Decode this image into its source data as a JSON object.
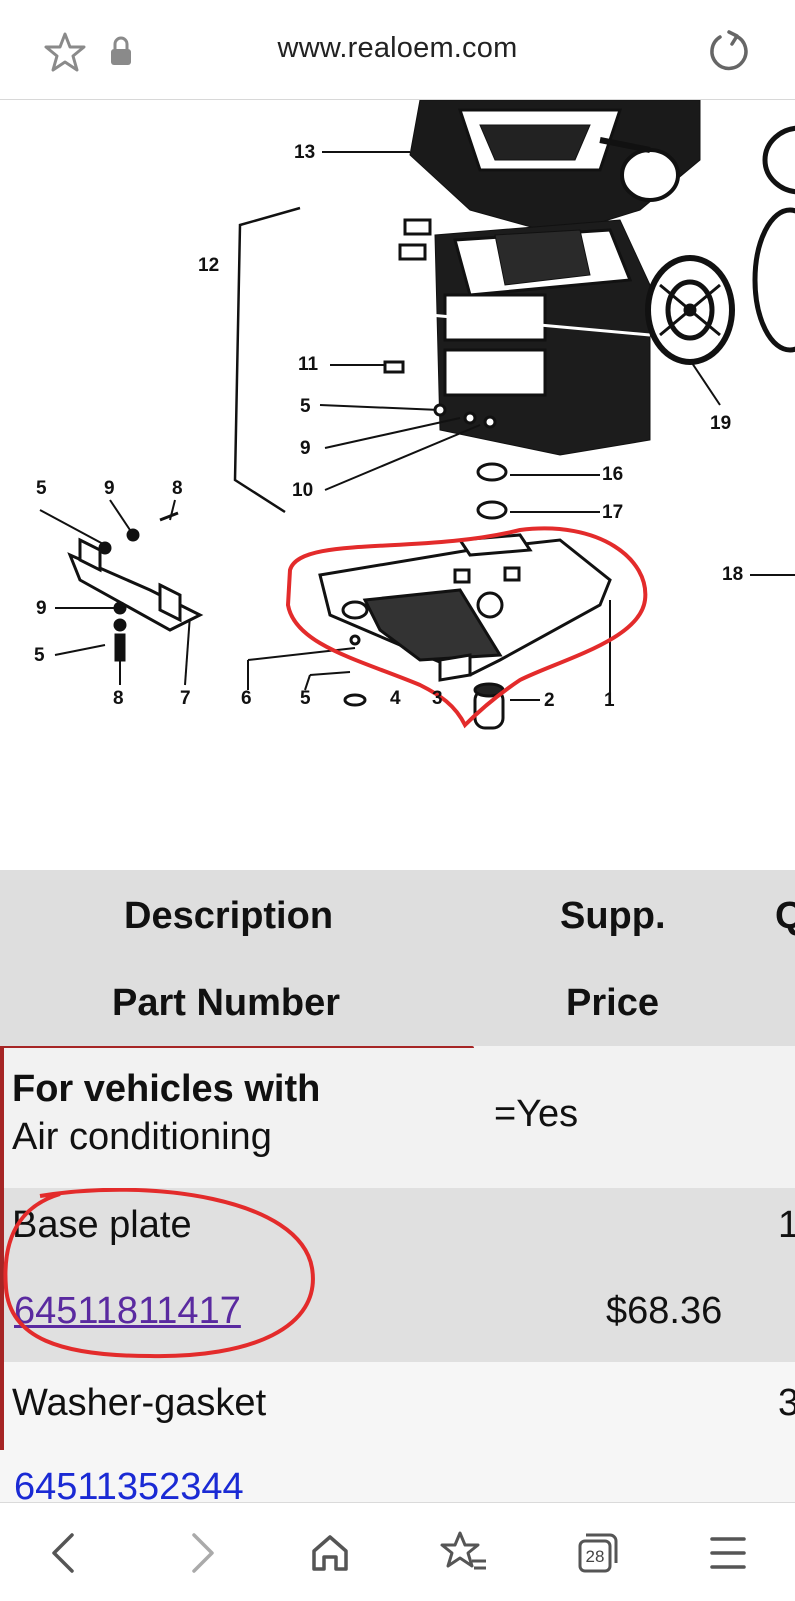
{
  "browser": {
    "url": "www.realoem.com",
    "tab_count": "28"
  },
  "diagram": {
    "callouts": [
      "13",
      "12",
      "11",
      "5",
      "9",
      "10",
      "16",
      "17",
      "19",
      "5",
      "9",
      "8",
      "9",
      "5",
      "8",
      "7",
      "6",
      "5",
      "4",
      "3",
      "2",
      "1",
      "18"
    ]
  },
  "table": {
    "headers": {
      "description": "Description",
      "supp": "Supp.",
      "part_number": "Part Number",
      "price": "Price",
      "qty_partial": "Q"
    },
    "vehicle_row": {
      "title": "For vehicles with",
      "feature": "Air conditioning",
      "value": "=Yes"
    },
    "rows": [
      {
        "description": "Base plate",
        "part_number": "64511811417",
        "price": "$68.36",
        "qty": "1"
      },
      {
        "description": "Washer-gasket",
        "part_number": "64511352344",
        "price": "",
        "qty": "3"
      }
    ]
  },
  "colors": {
    "annotation_red": "#e32b2b",
    "link_visited": "#5a2aa0",
    "link": "#1a2ad4",
    "header_bg": "#dedede"
  }
}
